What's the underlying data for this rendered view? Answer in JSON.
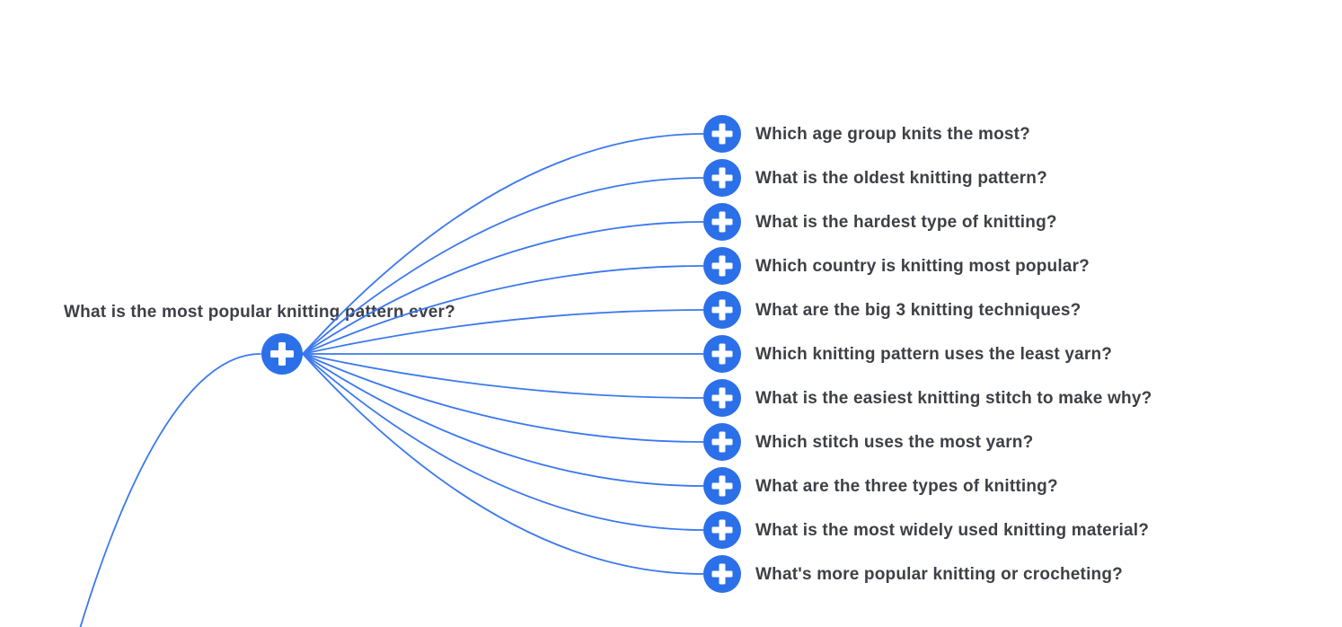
{
  "colors": {
    "node_blue": "#2B70E8",
    "link_blue": "#3B78EF",
    "label_text": "#3E4046",
    "background": "#FFFFFF",
    "plus_glyph": "#FFFFFF"
  },
  "root": {
    "label": "What is the most popular knitting pattern ever?",
    "button_icon": "plus-icon"
  },
  "children": [
    {
      "label": "Which age group knits the most?"
    },
    {
      "label": "What is the oldest knitting pattern?"
    },
    {
      "label": "What is the hardest type of knitting?"
    },
    {
      "label": "Which country is knitting most popular?"
    },
    {
      "label": "What are the big 3 knitting techniques?"
    },
    {
      "label": "Which knitting pattern uses the least yarn?"
    },
    {
      "label": "What is the easiest knitting stitch to make why?"
    },
    {
      "label": "Which stitch uses the most yarn?"
    },
    {
      "label": "What are the three types of knitting?"
    },
    {
      "label": "What is the most widely used knitting material?"
    },
    {
      "label": "What's more popular knitting or crocheting?"
    }
  ]
}
